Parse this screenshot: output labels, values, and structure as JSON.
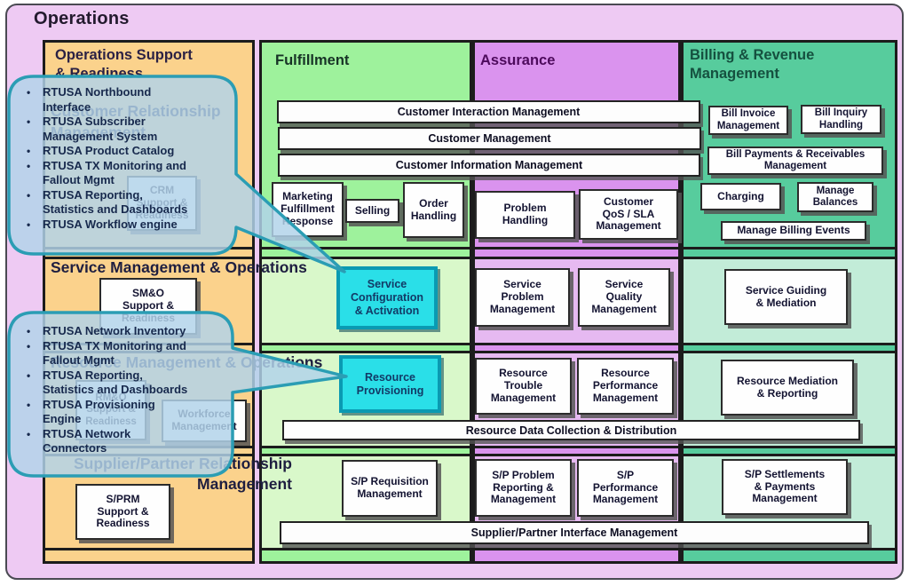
{
  "title": "Operations",
  "columns": {
    "osr": {
      "header": "Operations Support\n& Readiness"
    },
    "fulfillment": {
      "header": "Fulfillment"
    },
    "assurance": {
      "header": "Assurance"
    },
    "billing": {
      "header": "Billing & Revenue\nManagement"
    }
  },
  "bands": {
    "crm": {
      "title": "Customer Relationship Management"
    },
    "smo": {
      "title": "Service Management & Operations"
    },
    "rmo": {
      "title": "Resource Management & Operations"
    },
    "sprm": {
      "title": "Supplier/Partner Relationship Management"
    }
  },
  "process_bars": {
    "customer_interaction": "Customer Interaction Management",
    "customer_management": "Customer Management",
    "customer_information": "Customer Information Management",
    "resource_data": "Resource Data Collection & Distribution",
    "supplier_interface": "Supplier/Partner Interface Management"
  },
  "boxes": {
    "crm_support": "CRM\nSupport &\nReadiness",
    "marketing_fulfillment": "Marketing\nFulfillment\nResponse",
    "selling": "Selling",
    "order_handling": "Order\nHandling",
    "problem_handling": "Problem\nHandling",
    "customer_qos": "Customer\nQoS / SLA\nManagement",
    "bill_invoice": "Bill Invoice\nManagement",
    "bill_inquiry": "Bill Inquiry\nHandling",
    "bill_payments": "Bill Payments & Receivables\nManagement",
    "charging": "Charging",
    "manage_balances": "Manage\nBalances",
    "manage_billing_events": "Manage Billing Events",
    "smo_support": "SM&O\nSupport &\nReadiness",
    "service_configuration": "Service\nConfiguration\n& Activation",
    "service_problem": "Service\nProblem\nManagement",
    "service_quality": "Service\nQuality\nManagement",
    "service_guiding": "Service Guiding\n& Mediation",
    "rmo_support": "RM&O\nSupport &\nReadiness",
    "workforce": "Workforce\nManagement",
    "resource_provisioning": "Resource\nProvisioning",
    "resource_trouble": "Resource\nTrouble\nManagement",
    "resource_performance": "Resource\nPerformance\nManagement",
    "resource_mediation": "Resource Mediation\n& Reporting",
    "sprm_support": "S/PRM\nSupport &\nReadiness",
    "sp_requisition": "S/P Requisition\nManagement",
    "sp_problem": "S/P Problem\nReporting &\nManagement",
    "sp_performance": "S/P\nPerformance\nManagement",
    "sp_settlements": "S/P Settlements\n& Payments\nManagement"
  },
  "callouts": {
    "osr_service": {
      "items": [
        "RTUSA Northbound\nInterface",
        "RTUSA Subscriber\nManagement System",
        "RTUSA Product Catalog",
        "RTUSA TX Monitoring and\nFallout Mgmt",
        "RTUSA Reporting,\nStatistics and Dashboards",
        "RTUSA Workflow engine"
      ]
    },
    "osr_resource": {
      "items": [
        "RTUSA Network Inventory",
        "RTUSA TX Monitoring and\nFallout Mgmt",
        "RTUSA Reporting,\nStatistics and Dashboards",
        "RTUSA Provisioning\nEngine",
        "RTUSA Network\nConnectors"
      ]
    }
  },
  "colors": {
    "background_pink": "#eecaf3",
    "osr_orange": "#fbd28c",
    "fulfillment_green": "#9ef29c",
    "fulfillment_light": "#d9f8ca",
    "assurance_purple": "#da93ee",
    "assurance_light": "#e6b9f1",
    "billing_teal": "#57cc9d",
    "billing_light": "#c2ecd8",
    "highlight_cyan": "#2adfe8",
    "highlight_cyan_border": "#0a9ab2",
    "callout_fill": "#b1d3e9",
    "callout_border": "#2b9db4",
    "box_white": "#fefefe",
    "border_dark": "#1c1c1c"
  }
}
